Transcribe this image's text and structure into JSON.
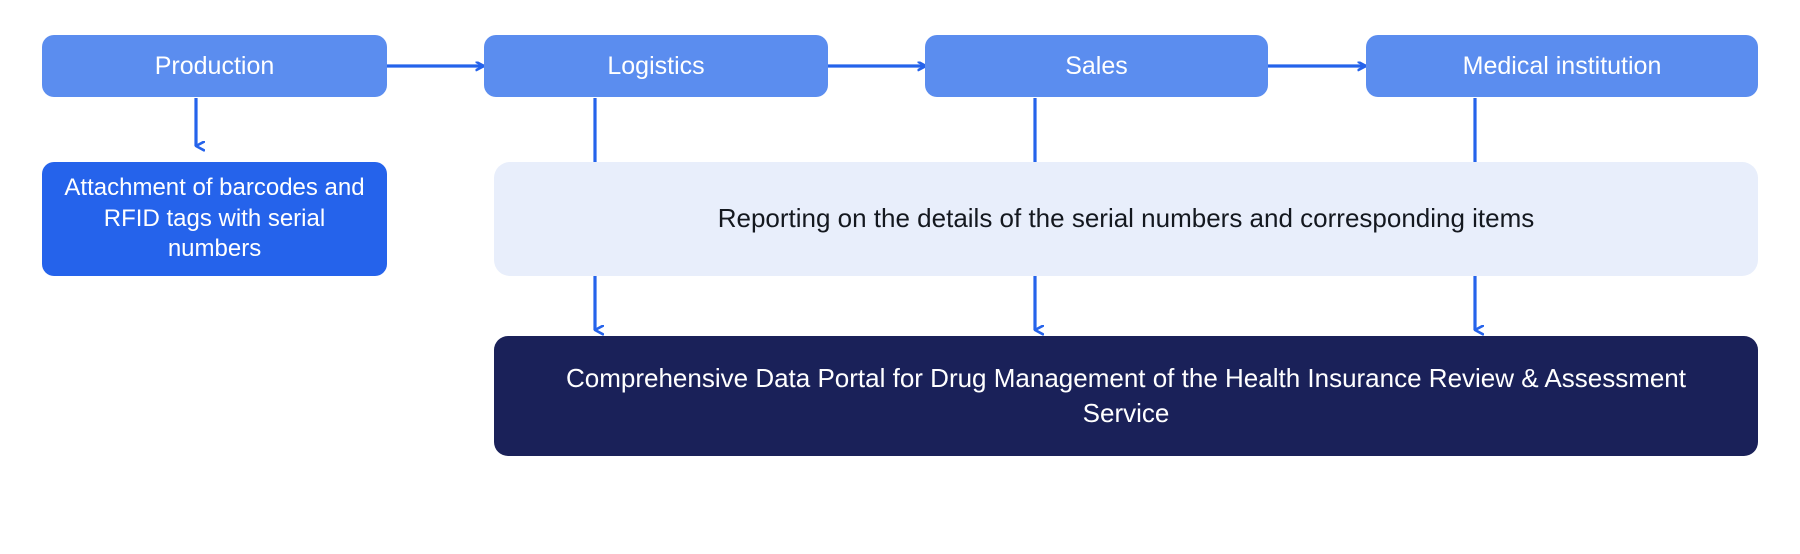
{
  "diagram": {
    "title_visible": false,
    "colors": {
      "stage_fill": "#5b8def",
      "attachment_fill": "#2563eb",
      "report_fill": "#e8eefb",
      "portal_fill": "#1a2159",
      "connector": "#2563eb",
      "card_bg": "#ffffff",
      "stage_text": "#ffffff",
      "report_text": "#14181f",
      "portal_text": "#ffffff"
    },
    "stages": [
      {
        "id": "production",
        "label": "Production"
      },
      {
        "id": "logistics",
        "label": "Logistics"
      },
      {
        "id": "sales",
        "label": "Sales"
      },
      {
        "id": "medical-institution",
        "label": "Medical institution"
      }
    ],
    "attachment_note": {
      "id": "attachment",
      "label": "Attachment of barcodes and RFID tags with serial numbers"
    },
    "reporting_bar": {
      "id": "reporting",
      "label": "Reporting on the details of the serial numbers and corresponding items"
    },
    "portal": {
      "id": "portal",
      "label": "Comprehensive Data Portal for Drug Management of the Health Insurance Review & Assessment Service"
    },
    "connectors": [
      {
        "id": "production-to-logistics",
        "kind": "arrow-right"
      },
      {
        "id": "logistics-to-sales",
        "kind": "arrow-right"
      },
      {
        "id": "sales-to-medical-institution",
        "kind": "arrow-right"
      },
      {
        "id": "production-to-attachment",
        "kind": "arrow-down"
      },
      {
        "id": "logistics-to-reporting",
        "kind": "line-down"
      },
      {
        "id": "sales-to-reporting",
        "kind": "line-down"
      },
      {
        "id": "medical-institution-to-reporting",
        "kind": "line-down"
      },
      {
        "id": "reporting-to-portal-left",
        "kind": "arrow-down"
      },
      {
        "id": "reporting-to-portal-center",
        "kind": "arrow-down"
      },
      {
        "id": "reporting-to-portal-right",
        "kind": "arrow-down"
      }
    ]
  }
}
